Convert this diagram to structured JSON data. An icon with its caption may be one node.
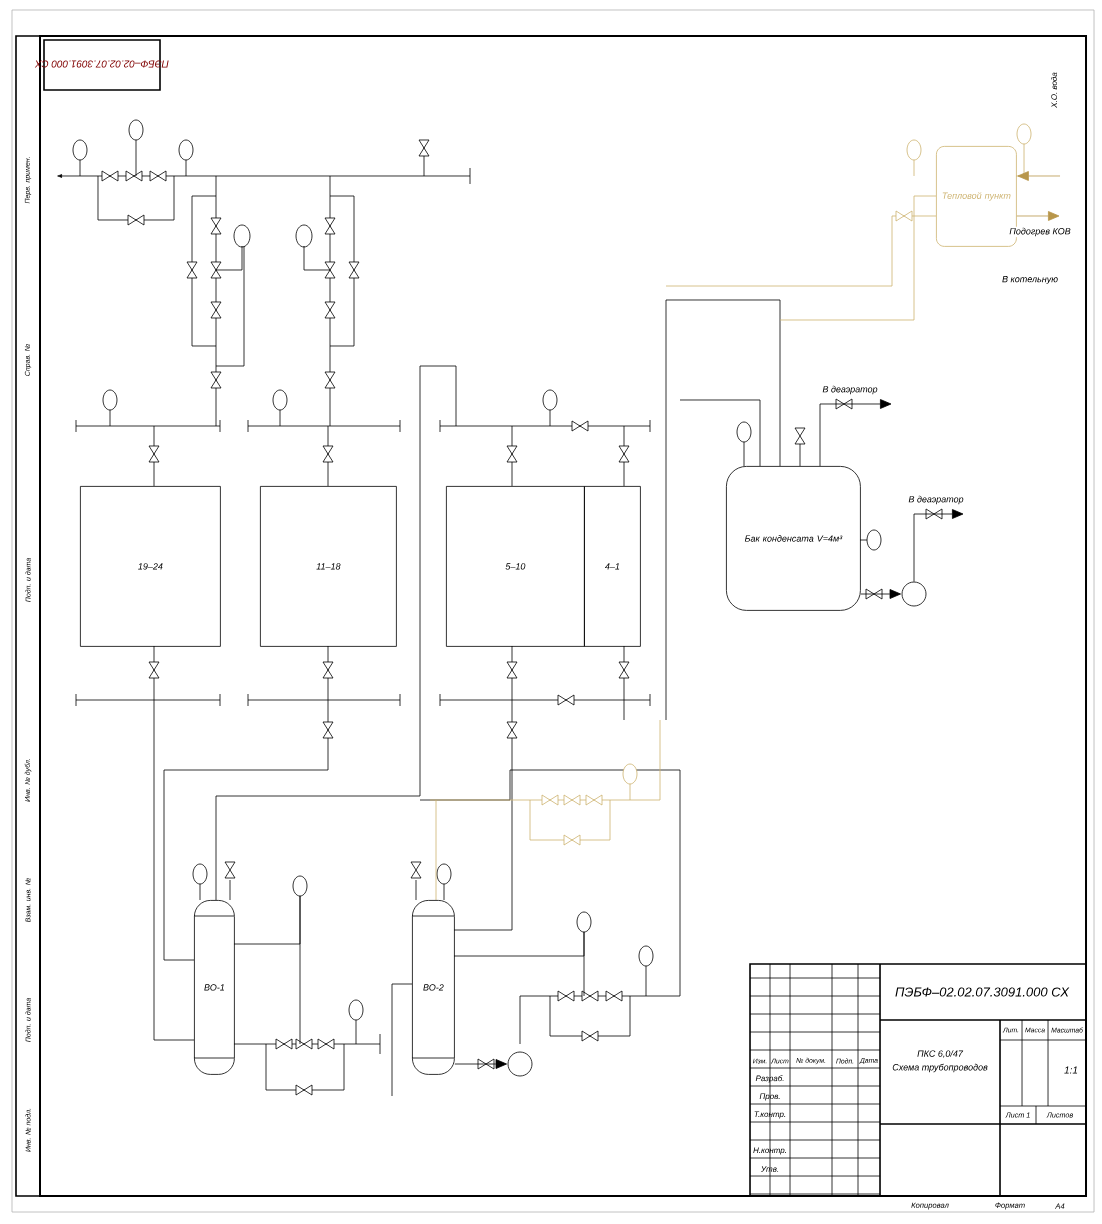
{
  "diagram": {
    "nodes": [
      {
        "text": [
          "19–24"
        ]
      },
      {
        "text": [
          "11–18"
        ]
      },
      {
        "text": [
          "5–10"
        ]
      },
      {
        "text": [
          "4–1"
        ]
      },
      {
        "text": [
          "Бак конденсата V=4м³"
        ]
      },
      {
        "text": [
          "ВО-1"
        ]
      },
      {
        "text": [
          "ВО-2"
        ]
      },
      {
        "text": [
          "Тепловой пункт"
        ]
      },
      {
        "text": [],
        "shape": "circle"
      },
      {
        "text": [],
        "shape": "circle"
      }
    ],
    "edges": [
      {
        "from": 4,
        "to": null,
        "arrow": "to",
        "label": "В деаэратор"
      },
      {
        "from": 4,
        "to": 9,
        "arrow": "to"
      },
      {
        "from": 9,
        "to": null,
        "arrow": "to",
        "label": "В деаэратор"
      },
      {
        "from": null,
        "to": 7,
        "arrow": "to",
        "color": "#b8964a"
      },
      {
        "from": 7,
        "to": null,
        "arrow": "to",
        "label": "Подогрев КОВ",
        "color": "#b8964a"
      },
      {
        "from": 6,
        "to": 8,
        "arrow": "to"
      }
    ],
    "labels": [
      "ПЭБФ–02.02.07.3091.000 СХ",
      "Перв. примен.",
      "Справ. №",
      "Подп. и дата",
      "Инв. № дубл.",
      "Взам. инв. №",
      "Подп. и дата",
      "Инв. № подл.",
      "Х.О. вода",
      "В котельную",
      "ПЭБФ–02.02.07.3091.000 СХ",
      "Изм.",
      "Лист",
      "№ докум.",
      "Подп.",
      "Дата",
      "Разраб.",
      "Пров.",
      "Т.контр.",
      "Н.контр.",
      "Утв.",
      "ПКС 6,0/47",
      "Схема трубопроводов",
      "Лит.",
      "Масса",
      "Масштаб",
      "1:1",
      "Лист 1",
      "Листов",
      "Копировал",
      "Формат",
      "А4"
    ]
  }
}
